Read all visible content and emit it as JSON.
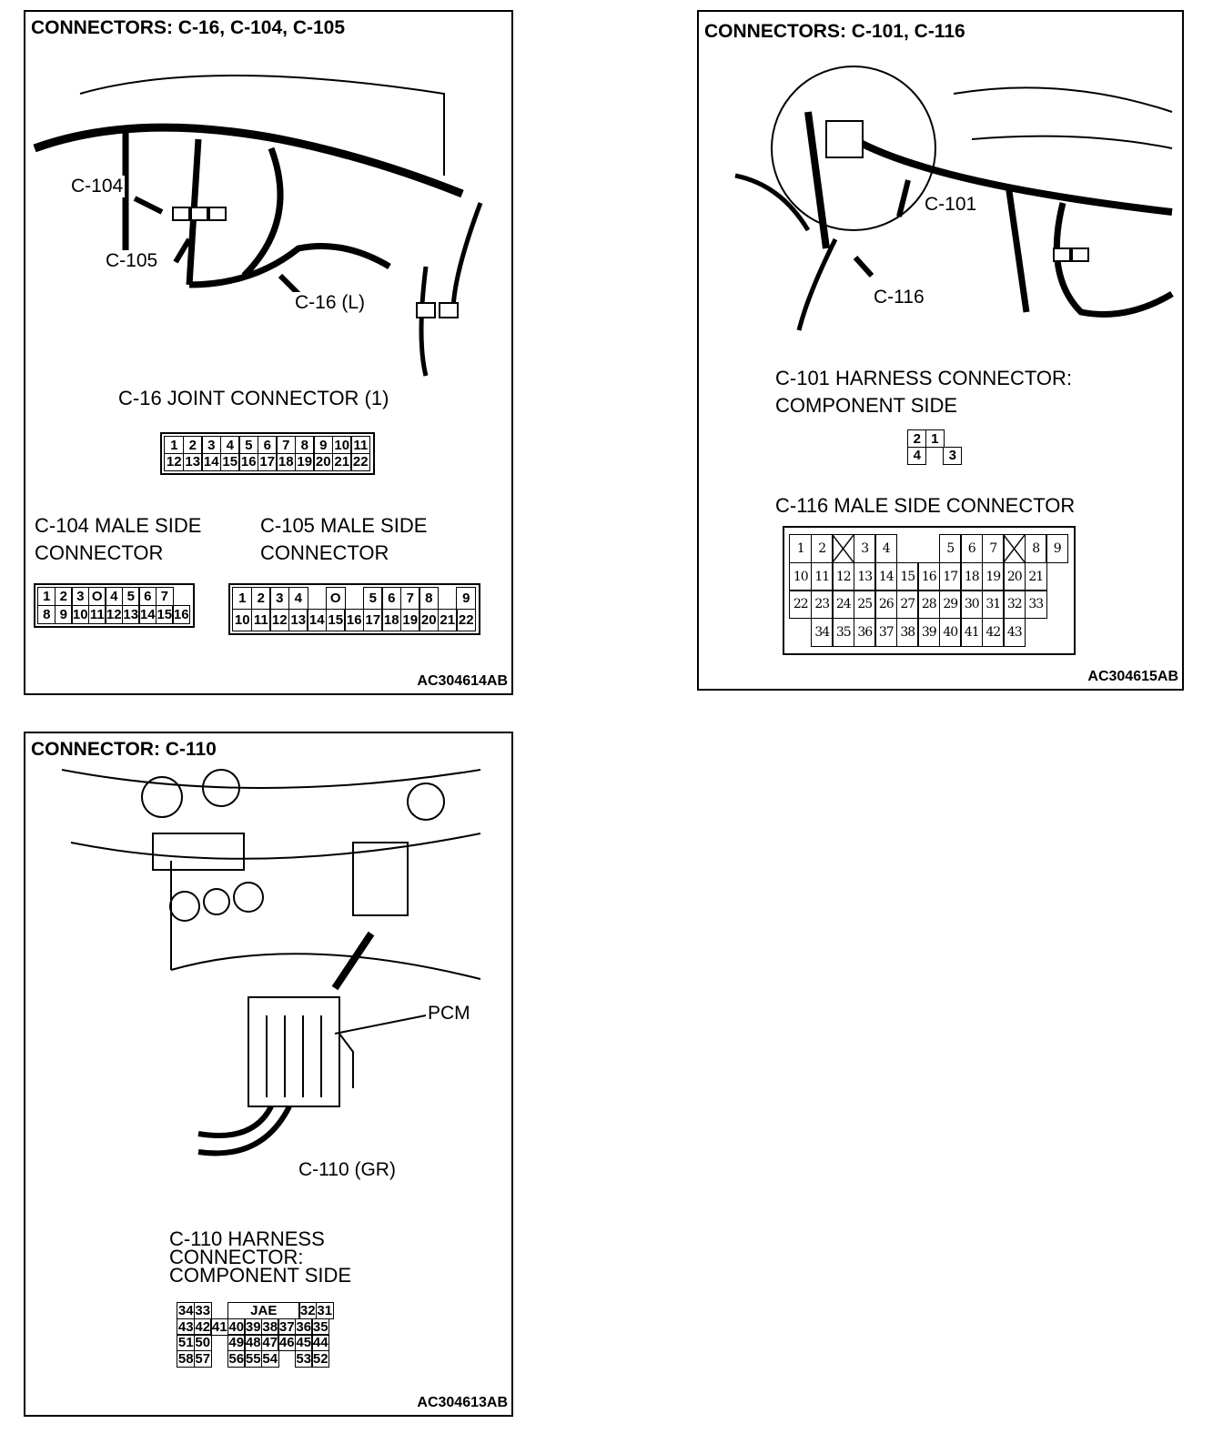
{
  "panel1": {
    "title": "CONNECTORS: C-16, C-104, C-105",
    "callouts": [
      "C-104",
      "C-105",
      "C-16 (L)"
    ],
    "c16_title": "C-16 JOINT CONNECTOR (1)",
    "c104_title": "C-104 MALE SIDE\nCONNECTOR",
    "c105_title": "C-105 MALE SIDE\nCONNECTOR",
    "code": "AC304614AB"
  },
  "panel2": {
    "title": "CONNECTORS: C-101, C-116",
    "callouts": [
      "C-101",
      "C-116"
    ],
    "c101_title": "C-101 HARNESS CONNECTOR:\nCOMPONENT SIDE",
    "c116_title": "C-116 MALE SIDE CONNECTOR",
    "code": "AC304615AB"
  },
  "panel3": {
    "title": "CONNECTOR: C-110",
    "callouts": [
      "PCM",
      "C-110 (GR)"
    ],
    "c110_title": "C-110 HARNESS\nCONNECTOR:\nCOMPONENT SIDE",
    "code": "AC304613AB"
  },
  "grids": {
    "c16": [
      [
        "1",
        "2",
        "3",
        "4",
        "5",
        "6",
        "7",
        "8",
        "9",
        "10",
        "11"
      ],
      [
        "12",
        "13",
        "14",
        "15",
        "16",
        "17",
        "18",
        "19",
        "20",
        "21",
        "22"
      ]
    ],
    "c104": [
      [
        "1",
        "2",
        "3",
        "O",
        "4",
        "5",
        "6",
        "7"
      ],
      [
        "8",
        "9",
        "10",
        "11",
        "12",
        "13",
        "14",
        "15",
        "16"
      ]
    ],
    "c105": [
      [
        "1",
        "2",
        "3",
        "4",
        "",
        "O",
        "",
        "5",
        "6",
        "7",
        "8",
        "",
        "9"
      ],
      [
        "10",
        "11",
        "12",
        "13",
        "14",
        "15",
        "16",
        "17",
        "18",
        "19",
        "20",
        "21",
        "22"
      ]
    ],
    "c101": [
      [
        "2",
        "1"
      ],
      [
        "4",
        "",
        "3"
      ]
    ],
    "c116": [
      [
        "1",
        "2",
        "X",
        "3",
        "4",
        "",
        "",
        "5",
        "6",
        "7",
        "X",
        "8",
        "9"
      ],
      [
        "10",
        "11",
        "12",
        "13",
        "14",
        "15",
        "16",
        "17",
        "18",
        "19",
        "20",
        "21"
      ],
      [
        "22",
        "23",
        "24",
        "25",
        "26",
        "27",
        "28",
        "29",
        "30",
        "31",
        "32",
        "33"
      ],
      [
        "",
        "34",
        "35",
        "36",
        "37",
        "38",
        "39",
        "40",
        "41",
        "42",
        "43",
        ""
      ]
    ],
    "c110": [
      [
        "34",
        "33",
        "",
        {
          "t": "JAE",
          "span": 4
        },
        "32",
        "31"
      ],
      [
        "43",
        "42",
        "41",
        "40",
        "39",
        "38",
        "37",
        "36",
        "35"
      ],
      [
        "51",
        "50",
        "",
        "49",
        "48",
        "47",
        "46",
        "45",
        "44"
      ],
      [
        "58",
        "57",
        "",
        "56",
        "55",
        "54",
        "",
        "53",
        "52"
      ]
    ]
  }
}
